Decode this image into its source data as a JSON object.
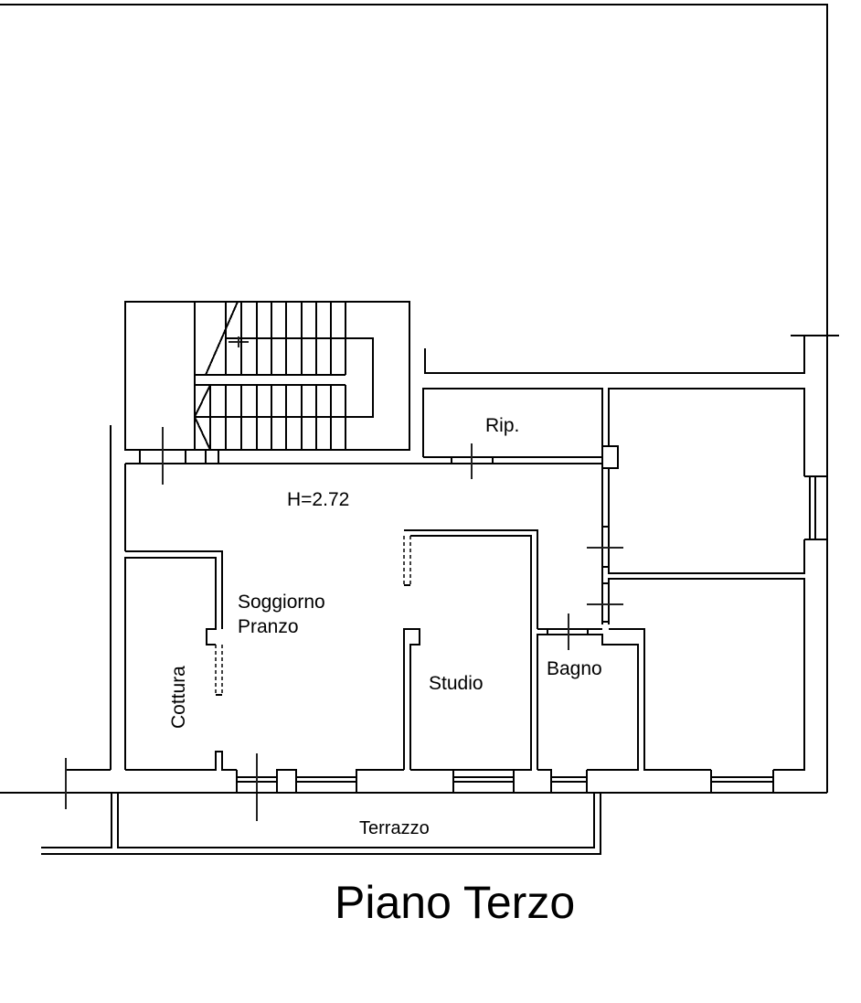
{
  "plan": {
    "title": "Piano Terzo",
    "height_note": "H=2.72",
    "line_color": "#000000",
    "background": "#ffffff"
  },
  "rooms": {
    "ripostiglio": "Rip.",
    "soggiorno_line1": "Soggiorno",
    "soggiorno_line2": "Pranzo",
    "cottura": "Cottura",
    "studio": "Studio",
    "bagno": "Bagno",
    "terrazzo": "Terrazzo"
  }
}
